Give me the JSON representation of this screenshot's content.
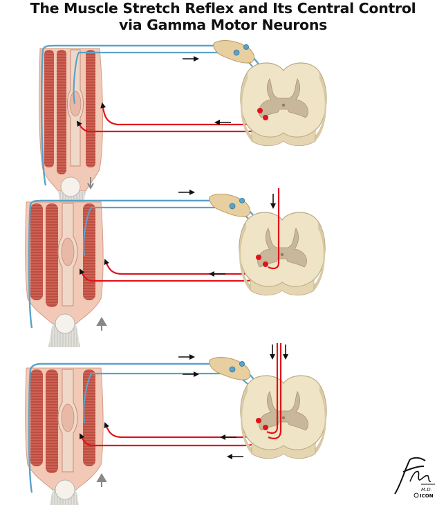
{
  "title": {
    "line1": "The Muscle Stretch Reflex and Its Central Control",
    "line2": "via Gamma Motor Neurons"
  },
  "signature": {
    "name": "F. Netter",
    "suffix": "M.D.",
    "publisher": "ICON"
  },
  "colors": {
    "muscle": "#c8574a",
    "muscle_light": "#f2c9b6",
    "sensory_nerve": "#5aa2c9",
    "motor_nerve": "#e0121b",
    "cord_outer": "#efe4c5",
    "cord_gray": "#c9b79a",
    "arrow": "#111111",
    "stretch_arrow": "#888888"
  },
  "panels": [
    {
      "id": "panel-1",
      "muscle_state": "stretched",
      "descending_input": "none",
      "stretch_arrow": "down"
    },
    {
      "id": "panel-2",
      "muscle_state": "contracted",
      "descending_input": "alpha",
      "stretch_arrow": "up"
    },
    {
      "id": "panel-3",
      "muscle_state": "contracted",
      "descending_input": "alpha-gamma",
      "stretch_arrow": "up"
    }
  ]
}
